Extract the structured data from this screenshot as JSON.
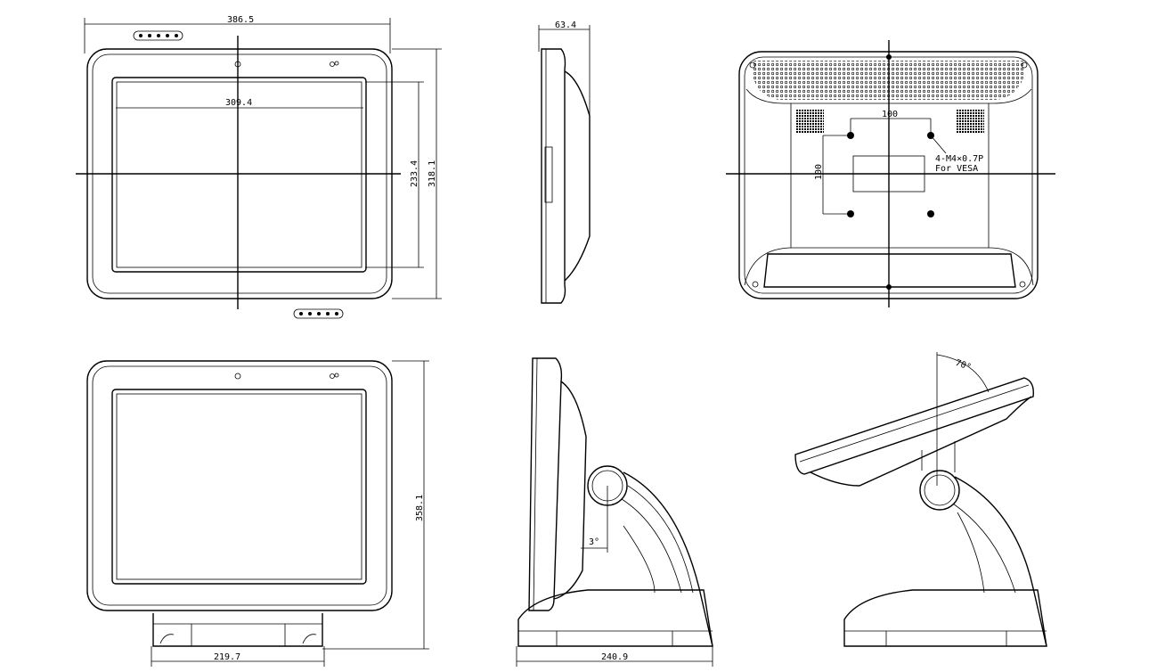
{
  "drawing": {
    "front_view": {
      "width_overall": "386.5",
      "screen_width": "309.4",
      "screen_height": "233.4",
      "height_overall": "318.1"
    },
    "side_view": {
      "depth": "63.4"
    },
    "rear_view": {
      "vesa_horizontal": "100",
      "vesa_vertical": "100",
      "vesa_note_line1": "4-M4×0.7P",
      "vesa_note_line2": "For VESA"
    },
    "front_with_stand": {
      "height_with_stand": "358.1",
      "base_width": "219.7"
    },
    "side_with_stand": {
      "base_depth": "240.9",
      "tilt_angle": "3°"
    },
    "tilted_view": {
      "tilt_angle": "70°"
    }
  }
}
